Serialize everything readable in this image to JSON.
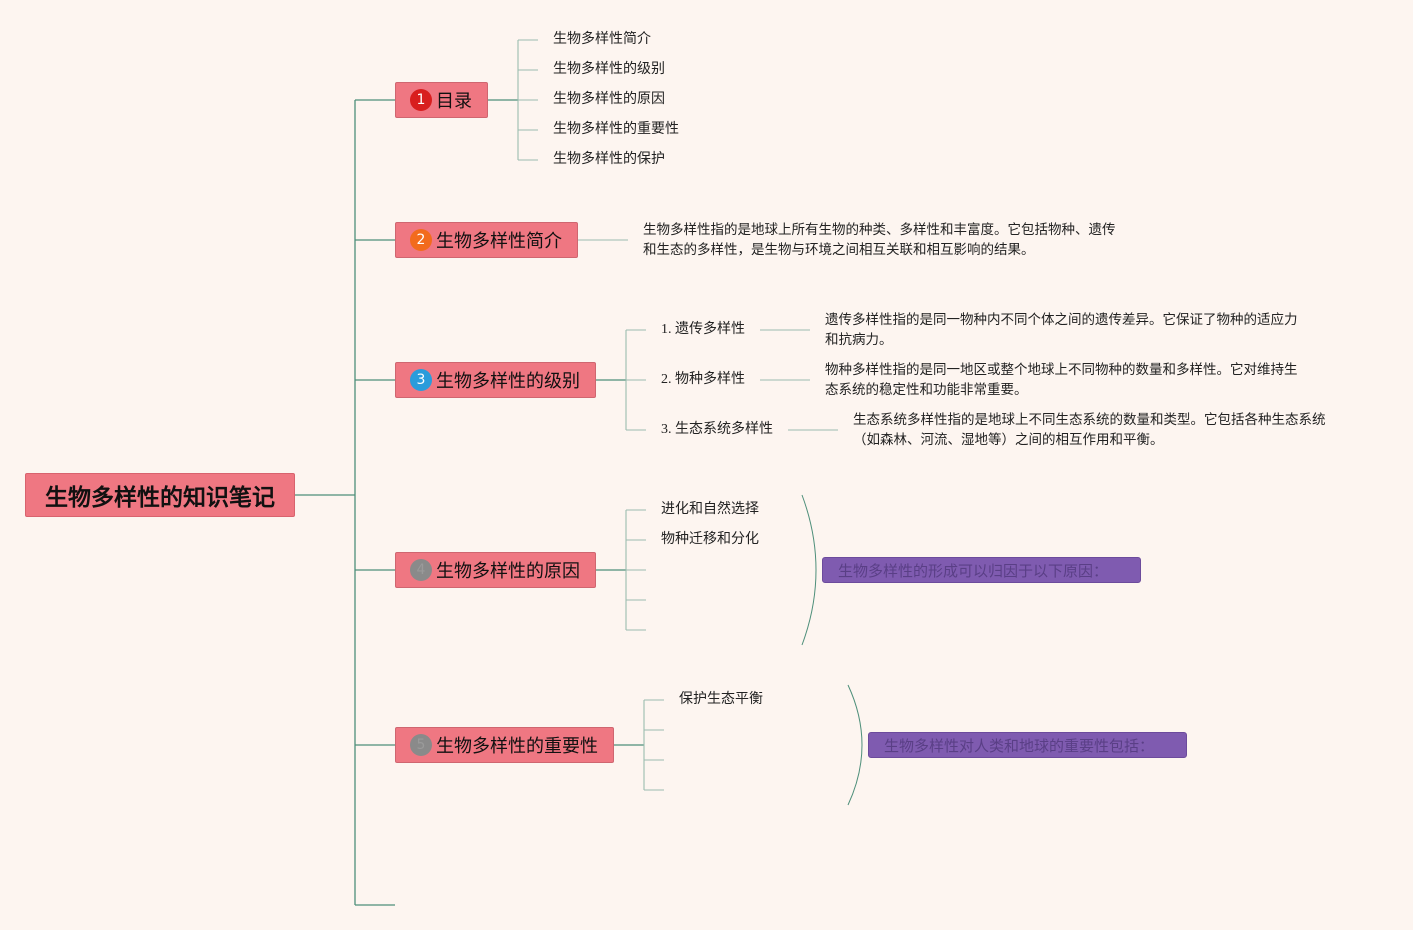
{
  "root": {
    "title": "生物多样性的知识笔记"
  },
  "topics": [
    {
      "num": "1",
      "label": "目录",
      "num_color": "#d81e1e"
    },
    {
      "num": "2",
      "label": "生物多样性简介",
      "num_color": "#f26b1d"
    },
    {
      "num": "3",
      "label": "生物多样性的级别",
      "num_color": "#2a9cdb"
    },
    {
      "num": "4",
      "label": "生物多样性的原因",
      "num_color": "#8a8a8a"
    },
    {
      "num": "5",
      "label": "生物多样性的重要性",
      "num_color": "#8a8a8a"
    }
  ],
  "toc": [
    "生物多样性简介",
    "生物多样性的级别",
    "生物多样性的原因",
    "生物多样性的重要性",
    "生物多样性的保护"
  ],
  "intro": {
    "line1": "生物多样性指的是地球上所有生物的种类、多样性和丰富度。它包括物种、遗传",
    "line2": "和生态的多样性，是生物与环境之间相互关联和相互影响的结果。"
  },
  "levels": [
    {
      "label": "1. 遗传多样性",
      "desc1": "遗传多样性指的是同一物种内不同个体之间的遗传差异。它保证了物种的适应力",
      "desc2": "和抗病力。"
    },
    {
      "label": "2. 物种多样性",
      "desc1": "物种多样性指的是同一地区或整个地球上不同物种的数量和多样性。它对维持生",
      "desc2": "态系统的稳定性和功能非常重要。"
    },
    {
      "label": "3. 生态系统多样性",
      "desc1": "生态系统多样性指的是地球上不同生态系统的数量和类型。它包括各种生态系统",
      "desc2": "（如森林、河流、湿地等）之间的相互作用和平衡。"
    }
  ],
  "causes": {
    "items": [
      "进化和自然选择",
      "物种迁移和分化"
    ],
    "summary": "生物多样性的形成可以归因于以下原因："
  },
  "importance": {
    "items": [
      "保护生态平衡"
    ],
    "summary": "生物多样性对人类和地球的重要性包括："
  },
  "colors": {
    "background": "#fdf5f0",
    "topic_fill": "#ef7782",
    "line": "#4e8f7a",
    "leaf_line": "#9bbcb0",
    "summary_fill": "#7f5bb0"
  }
}
